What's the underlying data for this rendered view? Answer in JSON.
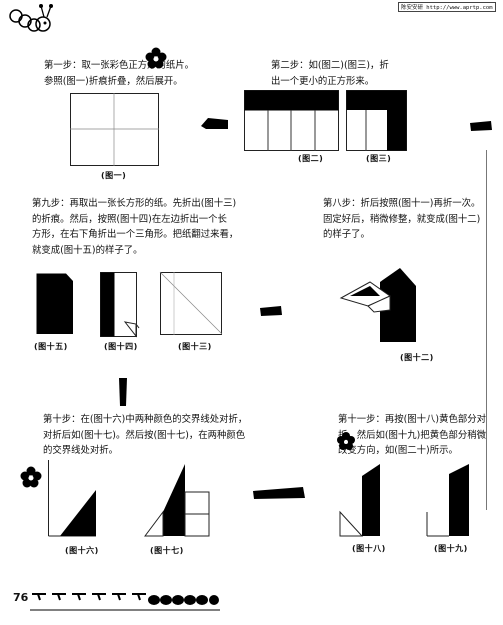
{
  "header": {
    "site": "陈安安研 http://www.aprtp.com"
  },
  "steps": {
    "s1": "第一步：取一张彩色正方形的纸片。\n参照(图一)折痕折叠，然后展开。",
    "s2": "第二步：如(图二)(图三)，折\n出一个更小的正方形来。",
    "s9": "第九步：再取出一张长方形的纸。先折出(图十三)\n的折痕。然后，按照(图十四)在左边折出一个长\n方形，在右下角折出一个三角形。把纸翻过来看，\n就变成(图十五)的样子了。",
    "s8": "第八步：折后按照(图十一)再折一次。\n固定好后，稍微修整，就变成(图十二)\n的样子了。",
    "s10": "第十步：在(图十六)中两种颜色的交界线处对折，\n对折后如(图十七)。然后按(图十七)，在两种颜色\n的交界线处对折。",
    "s11": "第十一步：再按(图十八)黄色部分对\n折，然后如(图十九)把黄色部分稍微\n改变方向，如(图二十)所示。"
  },
  "captions": {
    "f1": "(图一)",
    "f2": "(图二)",
    "f3": "(图三)",
    "f15": "(图十五)",
    "f14": "(图十四)",
    "f13": "(图十三)",
    "f12": "(图十二)",
    "f16": "(图十六)",
    "f17": "(图十七)",
    "f18": "(图十八)",
    "f19": "(图十九)"
  },
  "page_number": "76"
}
